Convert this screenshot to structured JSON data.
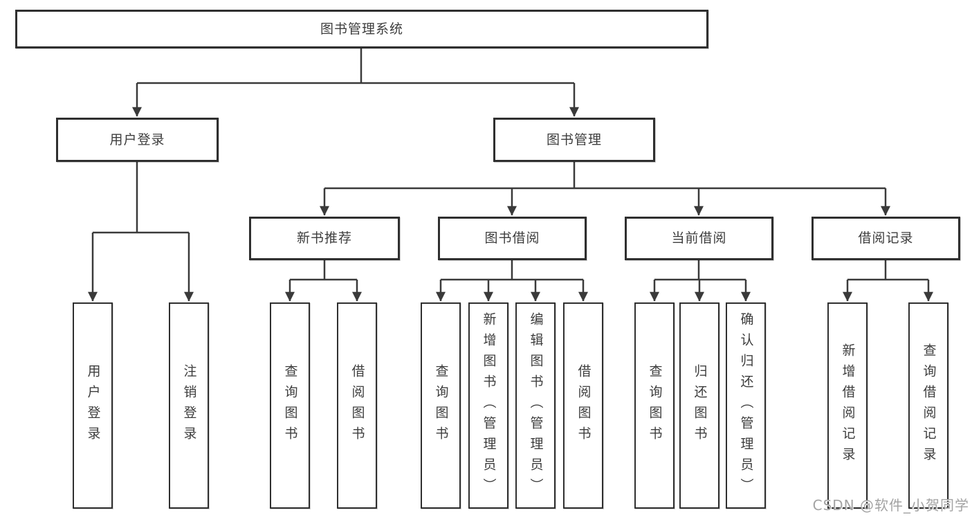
{
  "diagram": {
    "root": "图书管理系统",
    "level2": {
      "user": "用户登录",
      "books": "图书管理"
    },
    "user_children": [
      "用户登录",
      "注销登录"
    ],
    "book_sections": [
      {
        "label": "新书推荐",
        "children": [
          "查询图书",
          "借阅图书"
        ]
      },
      {
        "label": "图书借阅",
        "children": [
          "查询图书",
          "新增图书（管理员）",
          "编辑图书（管理员）",
          "借阅图书"
        ]
      },
      {
        "label": "当前借阅",
        "children": [
          "查询图书",
          "归还图书",
          "确认归还（管理员）"
        ]
      },
      {
        "label": "借阅记录",
        "children": [
          "新增借阅记录",
          "查询借阅记录"
        ]
      }
    ]
  },
  "watermark": "CSDN @软件_小贺同学",
  "colors": {
    "line": "#3a3a3a",
    "box_border": "#2f2f2f",
    "text": "#3d3d3d",
    "background": "#ffffff",
    "watermark": "#a3a3a3"
  }
}
